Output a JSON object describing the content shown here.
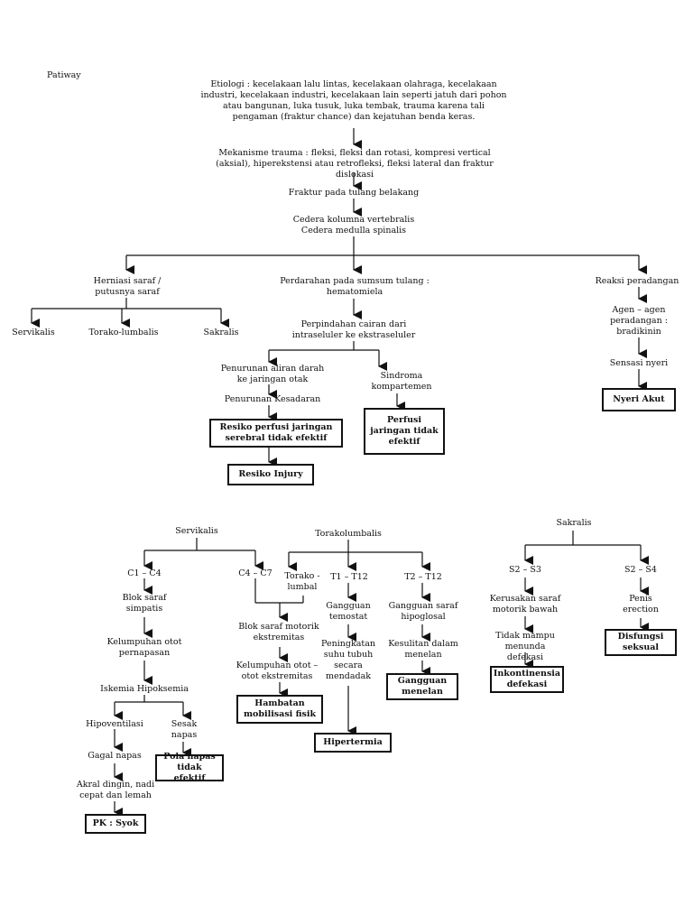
{
  "title": "Patiway",
  "top": {
    "etiologi": "Etiologi : kecelakaan lalu lintas, kecelakaan olahraga, kecelakaan industri, kecelakaan industri, kecelakaan lain seperti jatuh dari pohon atau bangunan, luka tusuk, luka tembak, trauma karena tali pengaman (fraktur chance) dan kejatuhan benda keras.",
    "mekanisme": "Mekanisme trauma : fleksi, fleksi dan rotasi, kompresi vertical (aksial), hiperekstensi atau retrofleksi, fleksi lateral dan fraktur dislokasi",
    "fraktur": "Fraktur pada tulang belakang",
    "cedera1": "Cedera kolumna vertebralis",
    "cedera2": "Cedera medulla spinalis"
  },
  "branch_left": {
    "herniasi": "Herniasi saraf / putusnya saraf",
    "servikalis": "Servikalis",
    "torako": "Torako-lumbalis",
    "sakralis": "Sakralis"
  },
  "branch_mid": {
    "perdarahan": "Perdarahan pada sumsum tulang : hematomiela",
    "perpindahan": "Perpindahan cairan dari intraseluler ke ekstraseluler",
    "penurunan_aliran": "Penurunan aliran darah ke jaringan otak",
    "penurunan_kesadaran": "Penurunan Kesadaran",
    "resiko_perfusi": "Resiko perfusi jaringan serebral tidak efektif",
    "resiko_injury": "Resiko Injury",
    "sindroma": "Sindroma kompartemen",
    "perfusi": "Perfusi jaringan tidak efektif"
  },
  "branch_right": {
    "reaksi": "Reaksi peradangan",
    "agen": "Agen – agen peradangan : bradikinin",
    "sensasi": "Sensasi nyeri",
    "nyeri": "Nyeri Akut"
  },
  "servikalis_tree": {
    "root": "Servikalis",
    "c1c4": "C1 – C4",
    "blok_simpatis": "Blok saraf simpatis",
    "kelumpuhan_pernapasan": "Kelumpuhan otot pernapasan",
    "iskemia": "Iskemia Hipoksemia",
    "hipoventilasi": "Hipoventilasi",
    "gagal_napas": "Gagal napas",
    "akral": "Akral dingin, nadi cepat dan lemah",
    "pk_syok": "PK : Syok",
    "sesak": "Sesak napas",
    "pola_napas": "Pola napas tidak efektif",
    "c4c7": "C4 – C7",
    "blok_motorik": "Blok saraf motorik ekstremitas",
    "kelumpuhan_ekstremitas": "Kelumpuhan otot – otot ekstremitas",
    "hambatan": "Hambatan mobilisasi fisik"
  },
  "torako_tree": {
    "root": "Torakolumbalis",
    "torako_lumbal": "Torako - lumbal",
    "t1t12": "T1 – T12",
    "gangguan_temostat": "Gangguan temostat",
    "peningkatan_suhu": "Peningkatan suhu tubuh secara mendadak",
    "hipertermia": "Hipertermia",
    "t2t12": "T2 – T12",
    "gangguan_hipoglosal": "Gangguan saraf hipoglosal",
    "kesulitan_menelan": "Kesulitan dalam menelan",
    "gangguan_menelan": "Gangguan menelan"
  },
  "sakralis_tree": {
    "root": "Sakralis",
    "s2s3": "S2 – S3",
    "kerusakan": "Kerusakan saraf motorik bawah",
    "tidak_mampu": "Tidak mampu menunda defekasi",
    "inkontinensia": "Inkontinensia defekasi",
    "s2s4": "S2 – S4",
    "penis": "Penis erection",
    "disfungsi": "Disfungsi seksual"
  }
}
